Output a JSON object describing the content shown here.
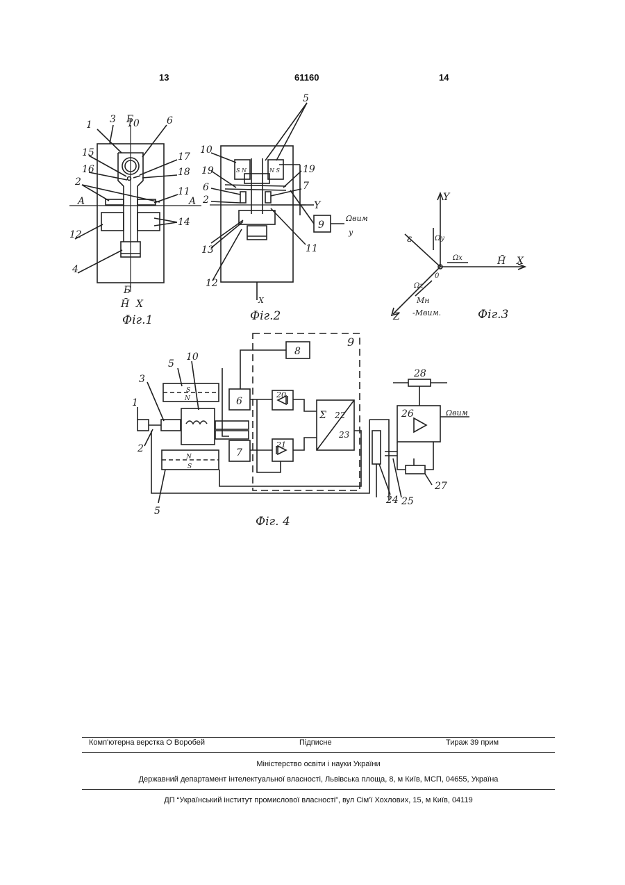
{
  "header": {
    "left_page": "13",
    "patent_number": "61160",
    "right_page": "14"
  },
  "figures": {
    "fig1": {
      "caption": "Фіг.1",
      "labels": [
        "1",
        "3",
        "6",
        "10",
        "15",
        "16",
        "17",
        "18",
        "2",
        "11",
        "12",
        "14",
        "4",
        "A",
        "A",
        "Б",
        "Б",
        "H̄",
        "X"
      ]
    },
    "fig2": {
      "caption": "Фіг.2",
      "labels": [
        "5",
        "10",
        "19",
        "19",
        "6",
        "7",
        "2",
        "Y",
        "9",
        "Ωвим",
        "y",
        "13",
        "11",
        "12",
        "X",
        "S N",
        "N S"
      ]
    },
    "fig3": {
      "caption": "Фіг.3",
      "labels": [
        "Y",
        "X",
        "Z",
        "H̄",
        "Ωx",
        "Ωy",
        "Ωz",
        "ε",
        "0",
        "Мн",
        "-Мвим."
      ]
    },
    "fig4": {
      "caption": "Фіг. 4",
      "labels": [
        "5",
        "10",
        "9",
        "8",
        "3",
        "1",
        "2",
        "6",
        "7",
        "20",
        "21",
        "Σ",
        "22",
        "23",
        "S",
        "N",
        "N",
        "S",
        "24",
        "25",
        "26",
        "27",
        "28",
        "Ωвим",
        "5"
      ]
    }
  },
  "imprint": {
    "layout": "Комп'ютерна верстка О  Воробей",
    "signed": "Підписне",
    "circulation": "Тираж 39 прим",
    "ministry": "Міністерство освіти і науки України",
    "department": "Державний департамент інтелектуальної власності, Львівська площа, 8, м  Київ, МСП, 04655, Україна",
    "institute": "ДП “Український інститут промислової власності”, вул  Сім'ї Хохлових, 15, м  Київ, 04119"
  }
}
